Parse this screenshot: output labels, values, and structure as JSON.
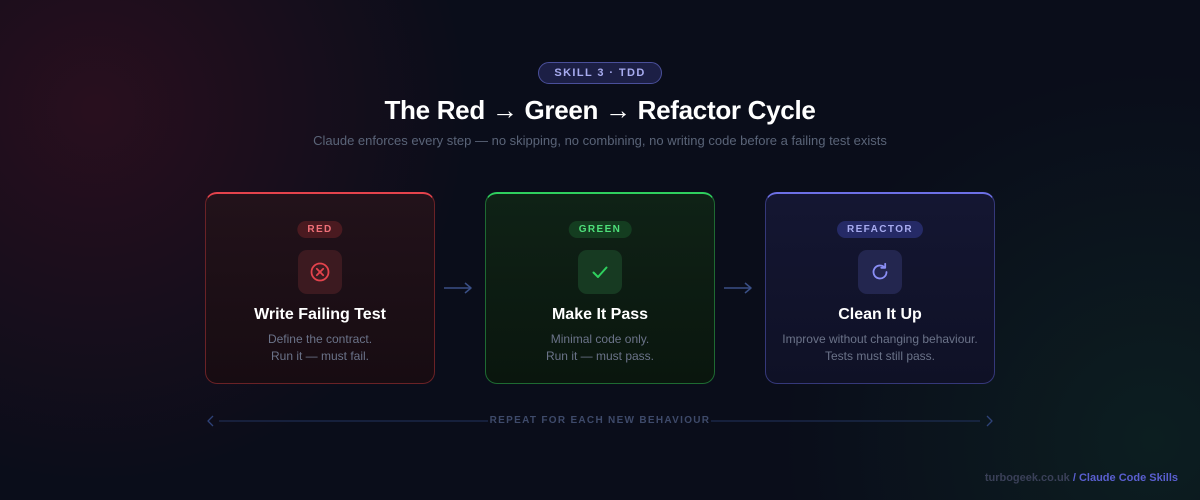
{
  "header": {
    "badge": "SKILL 3 · TDD",
    "title": "The Red → Green → Refactor Cycle",
    "subtitle": "Claude enforces every step — no skipping, no combining, no writing code before a failing test exists"
  },
  "cards": [
    {
      "tag": "RED",
      "icon": "x-circle-icon",
      "title": "Write Failing Test",
      "desc": [
        "Define the contract.",
        "Run it — must fail."
      ],
      "accent": "#e4434c"
    },
    {
      "tag": "GREEN",
      "icon": "check-icon",
      "title": "Make It Pass",
      "desc": [
        "Minimal code only.",
        "Run it — must pass."
      ],
      "accent": "#2fd05e"
    },
    {
      "tag": "REFACTOR",
      "icon": "refresh-icon",
      "title": "Clean It Up",
      "desc": [
        "Improve without changing behaviour.",
        "Tests must still pass."
      ],
      "accent": "#6d70e6"
    }
  ],
  "repeat_label": "REPEAT FOR EACH NEW BEHAVIOUR",
  "footer": {
    "site": "turbogeek.co.uk",
    "separator": " / ",
    "section": "Claude Code Skills"
  }
}
